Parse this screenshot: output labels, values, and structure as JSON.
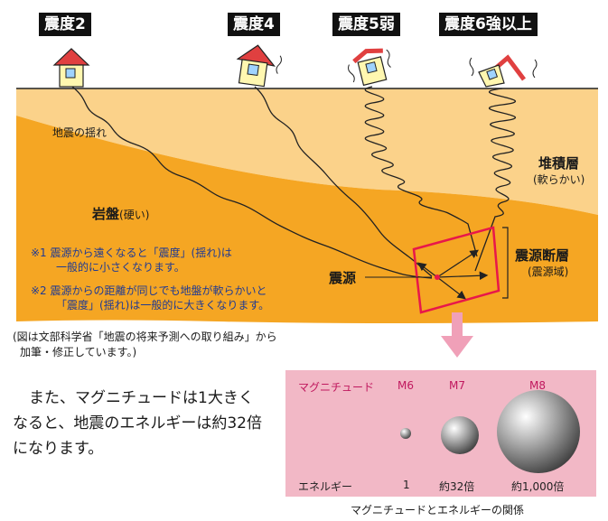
{
  "intensities": [
    {
      "label": "震度2"
    },
    {
      "label": "震度4"
    },
    {
      "label": "震度5弱"
    },
    {
      "label": "震度6強以上"
    }
  ],
  "labels": {
    "shaking": "地震の揺れ",
    "sediment": "堆積層",
    "sediment_sub": "(軟らかい)",
    "bedrock": "岩盤",
    "bedrock_sub": "(硬い)",
    "hypocenter": "震源",
    "fault": "震源断層",
    "fault_sub": "(震源域)"
  },
  "notes": [
    {
      "mark": "※1",
      "lines": [
        "震源から遠くなると「震度」(揺れ)は",
        "一般的に小さくなります。"
      ]
    },
    {
      "mark": "※2",
      "lines": [
        "震源からの距離が同じでも地盤が軟らかいと",
        "「震度」(揺れ)は一般的に大きくなります。"
      ]
    }
  ],
  "source": {
    "line1": "(図は文部科学省「地震の将来予測への取り組み」から",
    "line2": "加筆・修正しています。)"
  },
  "explanation": {
    "line1": "また、マグニチュードは1大きく",
    "line2": "なると、地震のエネルギーは約32倍",
    "line3": "になります。"
  },
  "magnitude_panel": {
    "magnitude_header": "マグニチュード",
    "energy_header": "エネルギー",
    "caption": "マグニチュードとエネルギーの関係",
    "items": [
      {
        "magnitude": "M6",
        "energy": "1"
      },
      {
        "magnitude": "M7",
        "energy": "約32倍"
      },
      {
        "magnitude": "M8",
        "energy": "約1,000倍"
      }
    ]
  },
  "colors": {
    "sediment": "#fbd28a",
    "bedrock": "#f5a623",
    "fault_outline": "#e8174a",
    "panel_bg": "#f2b8c6",
    "arrow": "#f0a0b8",
    "note_text": "#1f3a93",
    "magnitude_text": "#c0185e"
  }
}
